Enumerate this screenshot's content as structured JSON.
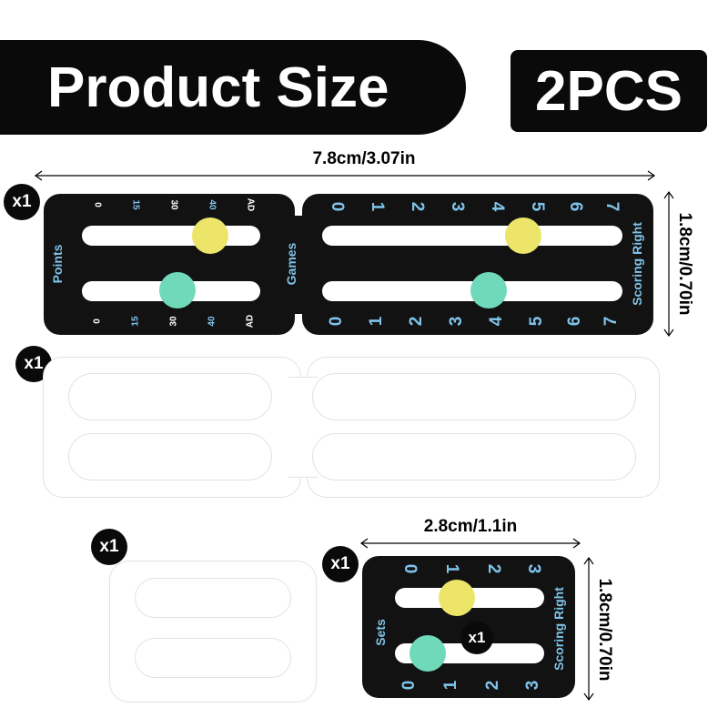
{
  "header": {
    "title": "Product Size",
    "quantity": "2PCS"
  },
  "dimensions": {
    "large_width": "7.8cm/3.07in",
    "large_height": "1.8cm/0.70in",
    "small_width": "2.8cm/1.1in",
    "small_height": "1.8cm/0.70in"
  },
  "counts": {
    "large_board": "x1",
    "large_film": "x1",
    "small_film": "x1",
    "small_board": "x1",
    "small_peg": "x1"
  },
  "large_board": {
    "points_label": "Points",
    "games_label": "Games",
    "scoring_label": "Scoring Right",
    "points_ticks": [
      "0",
      "15",
      "30",
      "40",
      "AD"
    ],
    "game_ticks": [
      "0",
      "1",
      "2",
      "3",
      "4",
      "5",
      "6",
      "7"
    ]
  },
  "small_board": {
    "sets_label": "Sets",
    "scoring_label": "Scoring Right",
    "set_ticks": [
      "0",
      "1",
      "2",
      "3"
    ]
  },
  "colors": {
    "board": "#121212",
    "yellow_peg": "#ede56a",
    "green_peg": "#6fd9b9",
    "label_blue": "#7fc3ea"
  }
}
